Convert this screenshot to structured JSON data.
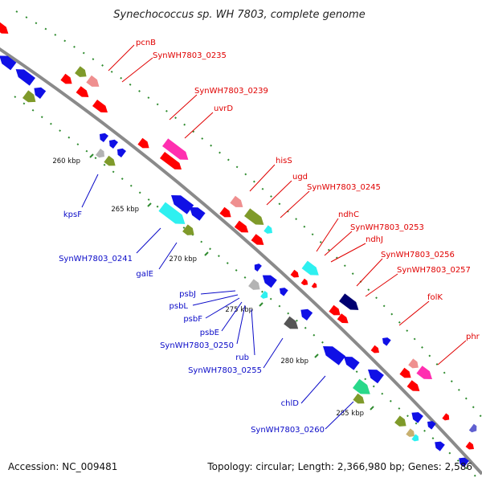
{
  "title": "Synechococcus sp. WH 7803, complete genome",
  "accession": "Accession: NC_009481",
  "topology": "Topology: circular; Length: 2,366,980 bp; Genes: 2,586",
  "colors": {
    "backbone": "#8a8a8a",
    "forward_label": "#e00000",
    "reverse_label": "#0a0ac8",
    "tick": "#2e8b2e"
  },
  "kbp_ticks": [
    {
      "text": "260 kbp"
    },
    {
      "text": "265 kbp"
    },
    {
      "text": "270 kbp"
    },
    {
      "text": "275 kbp"
    },
    {
      "text": "280 kbp"
    },
    {
      "text": "285 kbp"
    }
  ],
  "forward_labels": [
    {
      "text": "pcnB"
    },
    {
      "text": "SynWH7803_0235"
    },
    {
      "text": "SynWH7803_0239"
    },
    {
      "text": "uvrD"
    },
    {
      "text": "hisS"
    },
    {
      "text": "ugd"
    },
    {
      "text": "SynWH7803_0245"
    },
    {
      "text": "ndhC"
    },
    {
      "text": "SynWH7803_0253"
    },
    {
      "text": "ndhJ"
    },
    {
      "text": "SynWH7803_0256"
    },
    {
      "text": "SynWH7803_0257"
    },
    {
      "text": "folK"
    },
    {
      "text": "phr"
    }
  ],
  "reverse_labels": [
    {
      "text": "kpsF"
    },
    {
      "text": "SynWH7803_0241"
    },
    {
      "text": "galE"
    },
    {
      "text": "psbJ"
    },
    {
      "text": "psbL"
    },
    {
      "text": "psbF"
    },
    {
      "text": "psbE"
    },
    {
      "text": "SynWH7803_0250"
    },
    {
      "text": "rub"
    },
    {
      "text": "SynWH7803_0255"
    },
    {
      "text": "chlD"
    },
    {
      "text": "SynWH7803_0260"
    }
  ]
}
